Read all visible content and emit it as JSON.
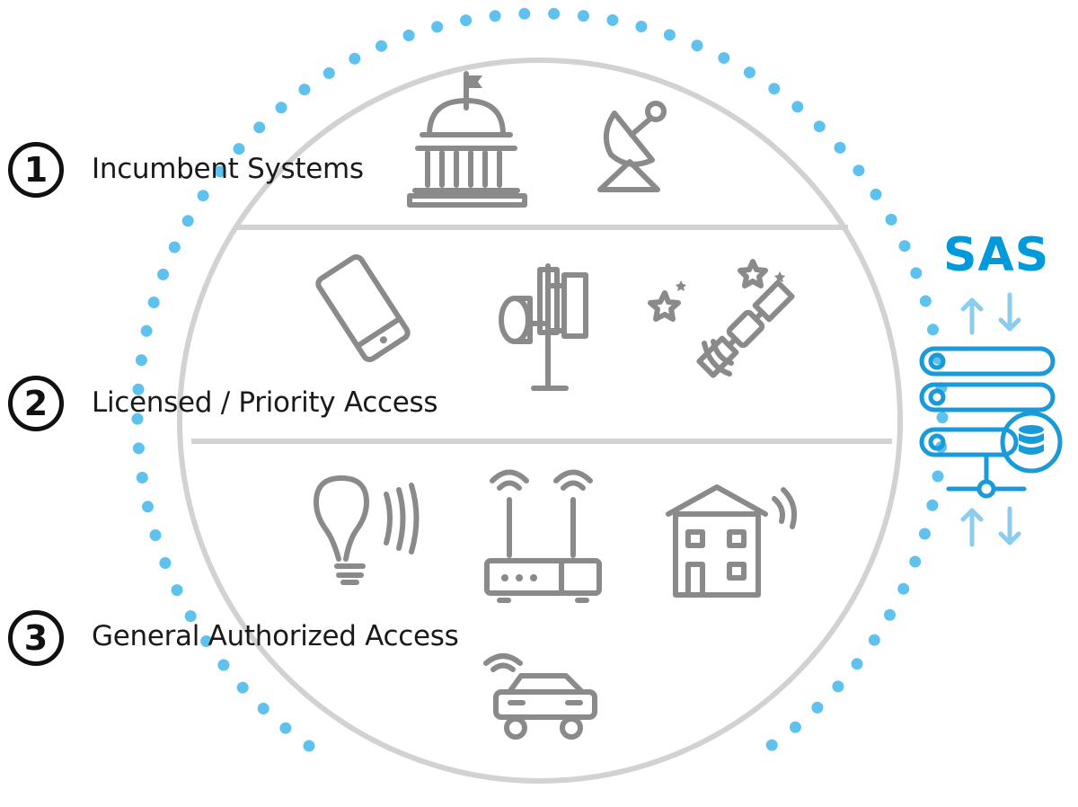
{
  "tiers": [
    {
      "number": "1",
      "label": "Incumbent Systems"
    },
    {
      "number": "2",
      "label": "Licensed / Priority Access"
    },
    {
      "number": "3",
      "label": "General Authorized Access"
    }
  ],
  "sas": {
    "label": "SAS"
  },
  "colors": {
    "icon_gray": "#8a8a8a",
    "ring_gray": "#d2d2d2",
    "dots_blue": "#5fc2ee",
    "sas_blue": "#0099da",
    "arrow_light_blue": "#8ccdee"
  },
  "icons": {
    "tier1": [
      "capitol-building-icon",
      "satellite-dish-icon"
    ],
    "tier2": [
      "smartphone-icon",
      "cell-tower-icon",
      "satellite-icon"
    ],
    "tier3": [
      "smart-bulb-icon",
      "wifi-router-icon",
      "house-icon",
      "connected-car-icon"
    ],
    "sas": [
      "server-stack-icon",
      "database-icon",
      "up-down-arrows-icon"
    ]
  }
}
